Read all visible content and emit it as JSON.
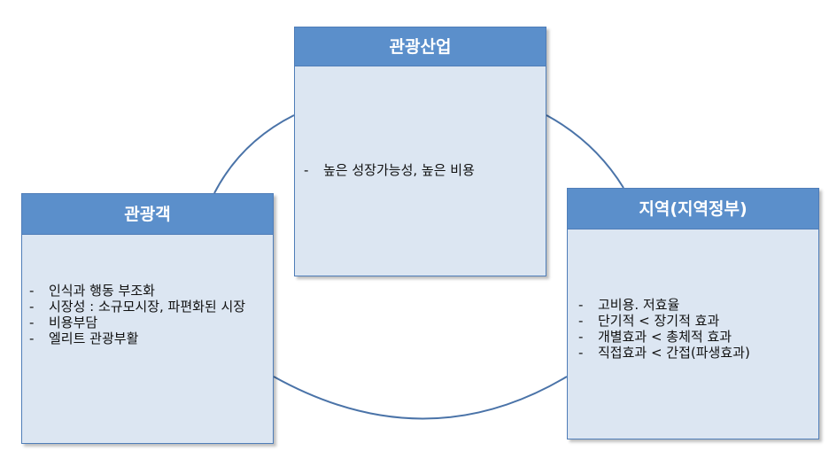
{
  "diagram": {
    "colors": {
      "header_fill": "#5b8fcb",
      "body_fill": "#dce6f2",
      "border": "#4f7db8",
      "connector": "#4a73a8"
    },
    "boxes": {
      "industry": {
        "title": "관광산업",
        "items": [
          "높은 성장가능성, 높은 비용"
        ]
      },
      "tourist": {
        "title": "관광객",
        "items": [
          "인식과 행동 부조화",
          "시장성 : 소규모시장, 파편화된 시장",
          "비용부담",
          "엘리트 관광부활"
        ]
      },
      "region": {
        "title": "지역(지역정부)",
        "items": [
          "고비용. 저효율",
          "단기적 < 장기적 효과",
          "개별효과 < 총체적 효과",
          "직접효과 < 간접(파생효과)"
        ]
      }
    }
  }
}
